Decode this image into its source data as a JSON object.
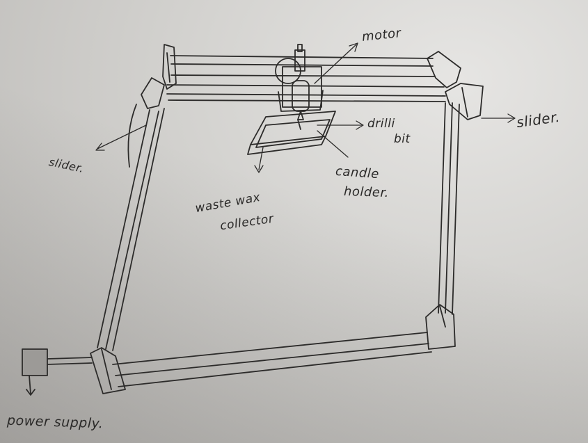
{
  "labels": {
    "motor": "motor",
    "slider_right": "slider.",
    "slider_left": "slider.",
    "drill_line1": "drilli",
    "drill_line2": "bit",
    "candle_line1": "candle",
    "candle_line2": "holder.",
    "waste_line1": "waste wax",
    "waste_line2": "collector",
    "power": "power supply."
  },
  "colors": {
    "paper": "#d2d1ce",
    "ink": "#2c2b2a"
  }
}
